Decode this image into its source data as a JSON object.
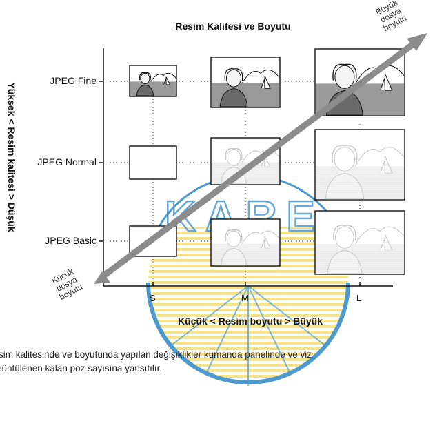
{
  "title": "Resim Kalitesi ve Boyutu",
  "y_axis_label": "Yüksek < Resim kalitesi > Düşük",
  "x_axis_label": "Küçük < Resim boyutu > Büyük",
  "rows": [
    "JPEG Fine",
    "JPEG Normal",
    "JPEG Basic"
  ],
  "columns": [
    "S",
    "M",
    "L"
  ],
  "arrow_large_end": [
    "Büyük",
    "dosya",
    "boyutu"
  ],
  "arrow_small_end": [
    "Küçük",
    "dosya",
    "boyutu"
  ],
  "caption_lines": [
    "sim kalitesinde ve boyutunda yapılan değişiklikler kumanda panelinde ve viz",
    "rüntülenen kalan poz sayısına yansıtılır."
  ],
  "watermark_text": "KARE",
  "colors": {
    "arrow": "#8c8c8c",
    "watermark_blue": "#3b8fc9",
    "watermark_yellow": "#f3e27a"
  }
}
